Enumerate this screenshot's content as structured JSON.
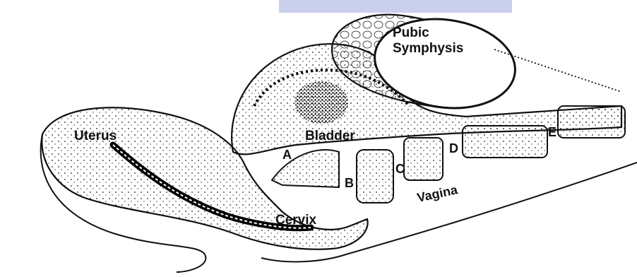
{
  "labels": {
    "pubic": [
      "Pubic",
      "Symphysis"
    ],
    "uterus": "Uterus",
    "bladder": "Bladder",
    "cervix": "Cervix",
    "vagina": "Vagina",
    "a": "A",
    "b": "B",
    "c": "C",
    "d": "D",
    "e": "E"
  },
  "colors": {
    "ink": "#111111",
    "paper": "#ffffff",
    "header_band": "#9fa7e0"
  }
}
